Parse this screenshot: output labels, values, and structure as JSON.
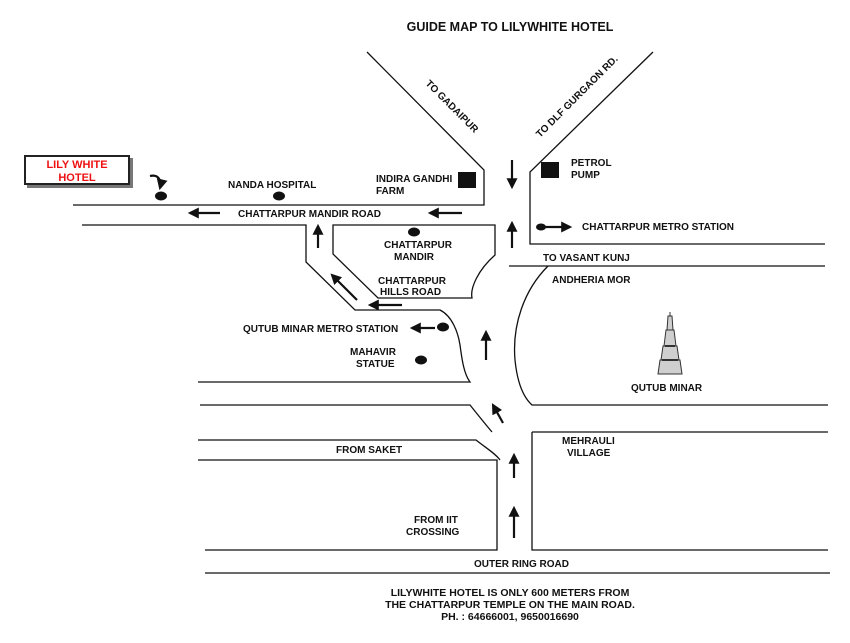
{
  "title": "GUIDE MAP TO LILYWHITE HOTEL",
  "hotel": {
    "line1": "LILY WHITE",
    "line2": "HOTEL",
    "color": "#e11111"
  },
  "labels": {
    "to_gadaipur": "TO GADAIPUR",
    "to_dlf": "TO DLF GURGAON RD.",
    "nanda": "NANDA HOSPITAL",
    "indira1": "INDIRA GANDHI",
    "indira2": "FARM",
    "petrol1": "PETROL",
    "petrol2": "PUMP",
    "mandir_road": "CHATTARPUR MANDIR ROAD",
    "metro_chattarpur": "CHATTARPUR METRO STATION",
    "mandir1": "CHATTARPUR",
    "mandir2": "MANDIR",
    "vasant_kunj": "TO VASANT KUNJ",
    "andheria": "ANDHERIA MOR",
    "hills1": "CHATTARPUR",
    "hills2": "HILLS ROAD",
    "qutub_metro": "QUTUB MINAR METRO STATION",
    "mahavir1": "MAHAVIR",
    "mahavir2": "STATUE",
    "qutub_minar": "QUTUB MINAR",
    "mehrauli1": "MEHRAULI",
    "mehrauli2": "VILLAGE",
    "from_saket": "FROM SAKET",
    "iit1": "FROM IIT",
    "iit2": "CROSSING",
    "outer_ring": "OUTER RING ROAD"
  },
  "footer": {
    "line1": "LILYWHITE HOTEL IS ONLY 600 METERS FROM",
    "line2": "THE CHATTARPUR TEMPLE ON THE MAIN ROAD.",
    "line3": "PH. : 64666001, 9650016690"
  }
}
